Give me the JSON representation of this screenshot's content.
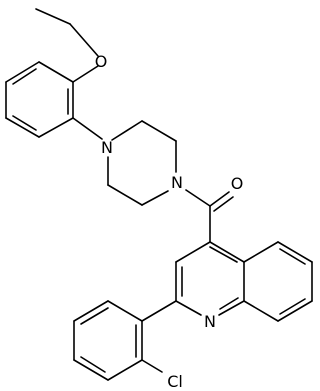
{
  "molecule": {
    "atom_labels": {
      "ether_oxygen": "O",
      "piperazine_n1": "N",
      "piperazine_n2": "N",
      "carbonyl_oxygen": "O",
      "quinoline_nitrogen": "N",
      "chlorine": "Cl"
    },
    "colors": {
      "bond": "#000000",
      "label": "#000000",
      "background": "#ffffff"
    }
  }
}
